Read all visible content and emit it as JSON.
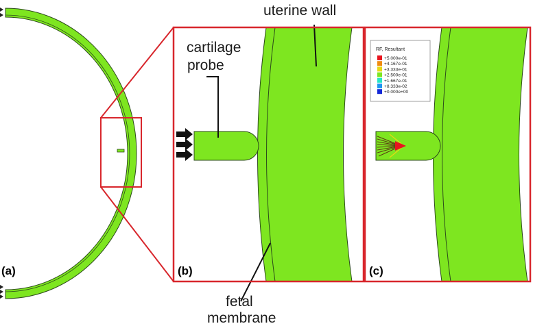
{
  "panels": {
    "a": "(a)",
    "b": "(b)",
    "c": "(c)"
  },
  "labels": {
    "uterine_wall": "uterine wall",
    "cartilage_probe_line1": "cartilage",
    "cartilage_probe_line2": "probe",
    "fetal_membrane_line1": "fetal",
    "fetal_membrane_line2": "membrane"
  },
  "legend": {
    "title": "RF, Resultant",
    "entries": [
      {
        "value": "+5.000e-01",
        "color": "#e8141e"
      },
      {
        "value": "+4.167e-01",
        "color": "#f08c10"
      },
      {
        "value": "+3.333e-01",
        "color": "#e8d814"
      },
      {
        "value": "+2.500e-01",
        "color": "#7ee620"
      },
      {
        "value": "+1.667e-01",
        "color": "#28e6c8"
      },
      {
        "value": "+8.333e-02",
        "color": "#1e96f0"
      },
      {
        "value": "+0.000e+00",
        "color": "#1428d8"
      }
    ]
  },
  "colors": {
    "tissue": "#7ee620",
    "frame": "#d8262c",
    "outline": "#2c4a1c"
  }
}
